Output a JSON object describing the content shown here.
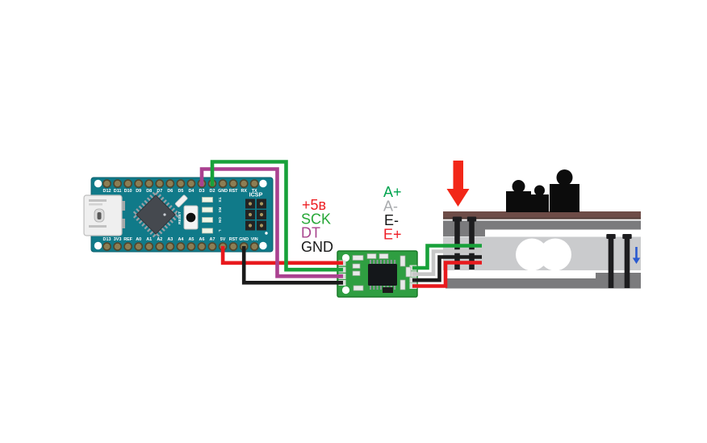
{
  "arduino": {
    "board_color": "#107a89",
    "top_pins": [
      "D12",
      "D11",
      "D10",
      "D9",
      "D8",
      "D7",
      "D6",
      "D5",
      "D4",
      "D3",
      "D2",
      "GND",
      "RST",
      "RX",
      "TX"
    ],
    "bottom_pins": [
      "D13",
      "3V3",
      "REF",
      "A0",
      "A1",
      "A2",
      "A3",
      "A4",
      "A5",
      "A6",
      "A7",
      "5V",
      "RST",
      "GND",
      "VIN"
    ],
    "icsp_label": "ICSP",
    "reset_label": "RESET",
    "led_labels": [
      "TX",
      "RX",
      "ON",
      "L"
    ]
  },
  "hx711": {
    "board_color": "#2f9e41",
    "left_labels": [
      {
        "text": "+5в",
        "color": "#ed2024"
      },
      {
        "text": "SCK",
        "color": "#27a737"
      },
      {
        "text": "DT",
        "color": "#a8448e"
      },
      {
        "text": "GND",
        "color": "#1a1a1a"
      }
    ],
    "right_labels": [
      {
        "text": "A+",
        "color": "#00a44f"
      },
      {
        "text": "A-",
        "color": "#a9abae"
      },
      {
        "text": "E-",
        "color": "#141414"
      },
      {
        "text": "E+",
        "color": "#ee1c25"
      }
    ]
  },
  "wires": {
    "power": "#e8191d",
    "sck": "#18a13a",
    "dt": "#aa4190",
    "gnd": "#1b1b1b",
    "a_plus": "#18a13a",
    "a_minus": "#c7c7c7",
    "e_minus": "#1b1b1b",
    "e_plus": "#e8191d"
  },
  "load_cell": {
    "platform_color": "#6e4c47",
    "platform_edge_color": "#57413c",
    "frame_color": "#7b7b7d",
    "cell_color": "#cacbcd",
    "bolt_color": "#1d1d1f",
    "weight_color": "#0c0c0c",
    "load_arrow_color": "#f22718",
    "deflection_arrow_color": "#2a5ad0"
  }
}
